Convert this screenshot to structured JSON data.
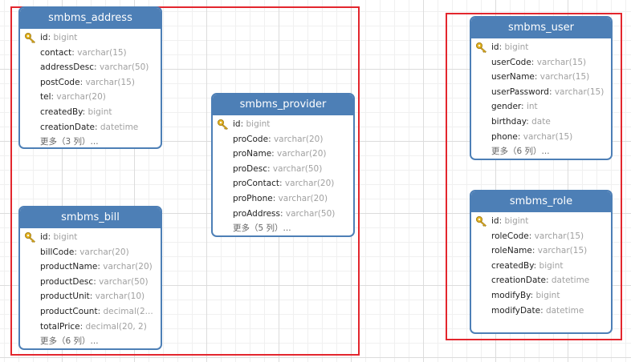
{
  "groups": [
    {
      "id": "left-group"
    },
    {
      "id": "right-group"
    }
  ],
  "tables": [
    {
      "id": "smbms-address",
      "title": "smbms_address",
      "columns": [
        {
          "name": "id",
          "type": "bigint",
          "pk": true
        },
        {
          "name": "contact",
          "type": "varchar(15)"
        },
        {
          "name": "addressDesc",
          "type": "varchar(50)"
        },
        {
          "name": "postCode",
          "type": "varchar(15)"
        },
        {
          "name": "tel",
          "type": "varchar(20)"
        },
        {
          "name": "createdBy",
          "type": "bigint"
        },
        {
          "name": "creationDate",
          "type": "datetime"
        }
      ],
      "more": "更多（3 列）..."
    },
    {
      "id": "smbms-provider",
      "title": "smbms_provider",
      "columns": [
        {
          "name": "id",
          "type": "bigint",
          "pk": true
        },
        {
          "name": "proCode",
          "type": "varchar(20)"
        },
        {
          "name": "proName",
          "type": "varchar(20)"
        },
        {
          "name": "proDesc",
          "type": "varchar(50)"
        },
        {
          "name": "proContact",
          "type": "varchar(20)"
        },
        {
          "name": "proPhone",
          "type": "varchar(20)"
        },
        {
          "name": "proAddress",
          "type": "varchar(50)"
        }
      ],
      "more": "更多（5 列）..."
    },
    {
      "id": "smbms-bill",
      "title": "smbms_bill",
      "columns": [
        {
          "name": "id",
          "type": "bigint",
          "pk": true
        },
        {
          "name": "billCode",
          "type": "varchar(20)"
        },
        {
          "name": "productName",
          "type": "varchar(20)"
        },
        {
          "name": "productDesc",
          "type": "varchar(50)"
        },
        {
          "name": "productUnit",
          "type": "varchar(10)"
        },
        {
          "name": "productCount",
          "type": "decimal(2..."
        },
        {
          "name": "totalPrice",
          "type": "decimal(20, 2)"
        }
      ],
      "more": "更多（6 列）..."
    },
    {
      "id": "smbms-user",
      "title": "smbms_user",
      "columns": [
        {
          "name": "id",
          "type": "bigint",
          "pk": true
        },
        {
          "name": "userCode",
          "type": "varchar(15)"
        },
        {
          "name": "userName",
          "type": "varchar(15)"
        },
        {
          "name": "userPassword",
          "type": "varchar(15)"
        },
        {
          "name": "gender",
          "type": "int"
        },
        {
          "name": "birthday",
          "type": "date"
        },
        {
          "name": "phone",
          "type": "varchar(15)"
        }
      ],
      "more": "更多（6 列）..."
    },
    {
      "id": "smbms-role",
      "title": "smbms_role",
      "columns": [
        {
          "name": "id",
          "type": "bigint",
          "pk": true
        },
        {
          "name": "roleCode",
          "type": "varchar(15)"
        },
        {
          "name": "roleName",
          "type": "varchar(15)"
        },
        {
          "name": "createdBy",
          "type": "bigint"
        },
        {
          "name": "creationDate",
          "type": "datetime"
        },
        {
          "name": "modifyBy",
          "type": "bigint"
        },
        {
          "name": "modifyDate",
          "type": "datetime"
        }
      ]
    }
  ],
  "icons": {
    "primary_key": "key-icon"
  },
  "colors": {
    "header": "#4d7fb6",
    "border": "#4d7fb6",
    "group_frame": "#e3262d",
    "key": "#e2b21f",
    "type_text": "#a0a0a0"
  }
}
